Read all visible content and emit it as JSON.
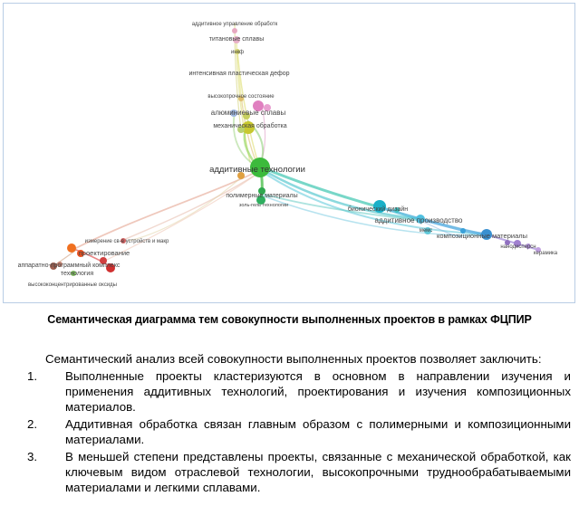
{
  "diagram": {
    "labels": [
      {
        "id": "additive-control",
        "text": "аддитивное управление обработк"
      },
      {
        "id": "titanium-alloys",
        "text": "титановые сплавы"
      },
      {
        "id": "inkf",
        "text": "инкф"
      },
      {
        "id": "intensive-plastic-deformation",
        "text": "интенсивная пластическая дефор"
      },
      {
        "id": "high-strength-state",
        "text": "высокопрочное состояние"
      },
      {
        "id": "aluminum-alloys",
        "text": "алюминиевые сплавы"
      },
      {
        "id": "mechanical-processing",
        "text": "механическая обработка"
      },
      {
        "id": "additive-technologies",
        "text": "аддитивные технологии"
      },
      {
        "id": "polymer-materials",
        "text": "полимерные материалы"
      },
      {
        "id": "sol-gel-technology",
        "text": "золь-гель технологии"
      },
      {
        "id": "bionic-design",
        "text": "бионический дизайн"
      },
      {
        "id": "additive-production",
        "text": "аддитивное производство"
      },
      {
        "id": "mems",
        "text": "мемс"
      },
      {
        "id": "composite-materials",
        "text": "композиционные материалы"
      },
      {
        "id": "nanodispersity",
        "text": "нанодисперсн"
      },
      {
        "id": "ceramics",
        "text": "керамика"
      },
      {
        "id": "device-measurement",
        "text": "измерение св-в устройств и макр"
      },
      {
        "id": "design",
        "text": "проектирование"
      },
      {
        "id": "hardware-software-complex",
        "text": "аппаратно-программный комплекс"
      },
      {
        "id": "technology",
        "text": "технология"
      },
      {
        "id": "high-concentration-oxides",
        "text": "высококонцентрированные оксиды"
      }
    ]
  },
  "caption": "Семантическая диаграмма тем совокупности выполненных проектов в рамках ФЦПИР",
  "intro": "Семантический анализ всей совокупности выполненных проектов позволяет заключить:",
  "items": [
    {
      "num": "1.",
      "text": "Выполненные проекты кластеризуются в основном в направлении изучения и применения аддитивных технологий, проектирования и изучения композиционных материалов."
    },
    {
      "num": "2.",
      "text": "Аддитивная обработка связан главным образом с полимерными и композиционными материалами."
    },
    {
      "num": "3.",
      "text": "В меньшей степени представлены проекты, связанные с механической обработкой, как ключевым видом отраслевой технологии, высокопрочными труднообрабатываемыми материалами и легкими сплавами."
    }
  ]
}
